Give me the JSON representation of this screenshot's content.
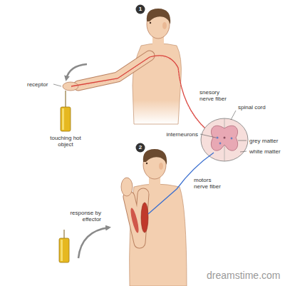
{
  "diagram": {
    "labels": [
      "1",
      "receptor",
      "touching hot object",
      "snesory nerve fiber",
      "spinal cord",
      "interneurons",
      "grey matter",
      "white matter",
      "2",
      "motors nerve fiber",
      "response by effector",
      "dreamstime.com"
    ]
  }
}
